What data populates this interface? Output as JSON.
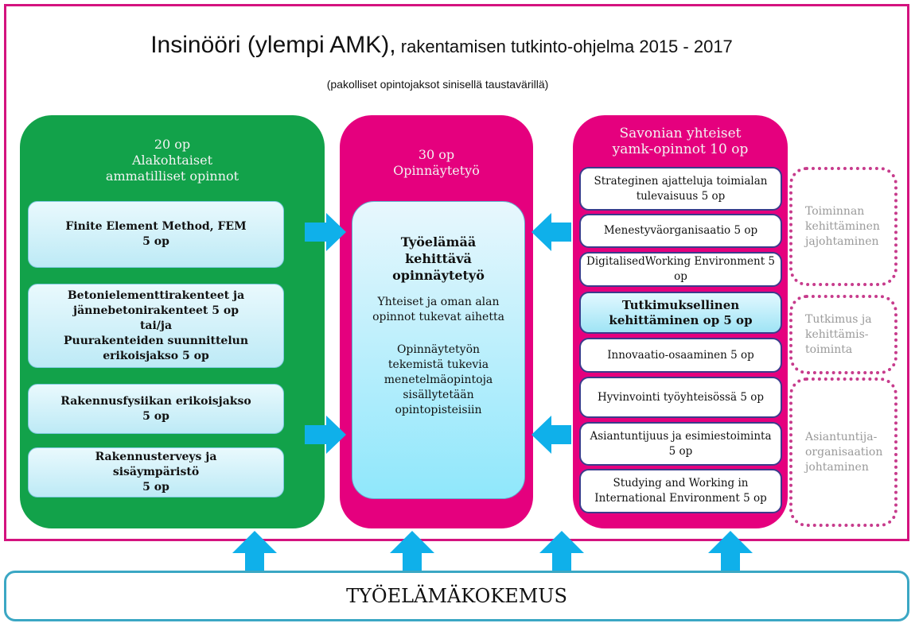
{
  "title": {
    "main": "Insinööri (ylempi AMK),",
    "rest": "rakentamisen tutkinto-ohjelma 2015 - 2017",
    "note": "(pakolliset  opintojaksot sinisellä  taustavärillä)"
  },
  "left": {
    "credits": "20 op",
    "heading1": "Alakohtaiset",
    "heading2": "ammatilliset opinnot",
    "items": [
      [
        "Finite Element Method, FEM",
        "5 op"
      ],
      [
        "Betonielementtirakenteet ja",
        "jännebetonirakenteet 5 op",
        "tai/ja",
        "Puurakenteiden suunnittelun",
        "erikoisjakso  5 op"
      ],
      [
        "Rakennusfysiikan erikoisjakso",
        "5 op"
      ],
      [
        "Rakennusterveys ja",
        "sisäympäristö",
        "5 op"
      ]
    ]
  },
  "middle": {
    "credits": "30 op",
    "heading": "Opinnäytetyö",
    "inner_title": [
      "Työelämää",
      "kehittävä",
      "opinnäytetyö"
    ],
    "text1": "Yhteiset ja oman alan opinnot tukevat aihetta",
    "text2": "Opinnäytetyön tekemistä tukevia menetelmäopintoja sisällytetään opintopisteisiin"
  },
  "right": {
    "heading1": "Savonian yhteiset",
    "heading2": "yamk-opinnot 10 op",
    "items": [
      "Strateginen ajatteluja toimialan tulevaisuus  5 op",
      "Menestyväorganisaatio 5 op",
      "DigitalisedWorking Environment 5 op",
      "Tutkimuksellinen kehittäminen op 5 op",
      "Innovaatio-osaaminen 5 op",
      "Hyvinvointi työyhteisössä 5 op",
      "Asiantuntijuus ja esimiestoiminta  5 op",
      "Studying and Working in International Environment  5 op"
    ]
  },
  "themes": [
    "Toiminnan kehittäminen jajohtaminen",
    "Tutkimus ja kehittämis-toiminta",
    "Asiantuntija-organisaation johtaminen"
  ],
  "bottom": "TYÖELÄMÄKOKEMUS"
}
